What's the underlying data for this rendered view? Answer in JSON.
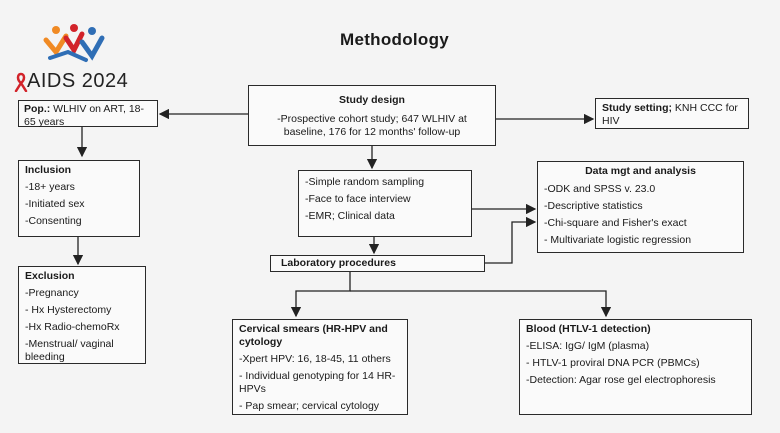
{
  "title": "Methodology",
  "logo": {
    "text": "AIDS 2024"
  },
  "boxes": {
    "pop": {
      "title": "Pop.:",
      "text": " WLHIV on ART, 18-65 years"
    },
    "study_design": {
      "title": "Study design",
      "text": "-Prospective cohort study; 647 WLHIV at baseline, 176 for 12 months' follow-up"
    },
    "study_setting": {
      "title": "Study setting;",
      "text": " KNH CCC for HIV"
    },
    "inclusion": {
      "title": "Inclusion",
      "items": [
        "-18+ years",
        "-Initiated sex",
        "-Consenting"
      ]
    },
    "sampling": {
      "items": [
        "-Simple random sampling",
        "-Face to face interview",
        "-EMR; Clinical data"
      ]
    },
    "data_mgt": {
      "title": "Data mgt and analysis",
      "items": [
        "-ODK and SPSS v. 23.0",
        "-Descriptive statistics",
        "-Chi-square and Fisher's exact",
        "- Multivariate logistic regression"
      ]
    },
    "lab": {
      "title": "Laboratory procedures"
    },
    "exclusion": {
      "title": "Exclusion",
      "items": [
        "-Pregnancy",
        "- Hx Hysterectomy",
        "-Hx Radio-chemoRx",
        "-Menstrual/ vaginal bleeding"
      ]
    },
    "cervical": {
      "title": "Cervical smears (HR-HPV and cytology",
      "items": [
        "-Xpert HPV: 16, 18-45, 11 others",
        "- Individual genotyping for 14 HR-HPVs",
        "- Pap smear; cervical cytology"
      ]
    },
    "blood": {
      "title": "Blood (HTLV-1 detection)",
      "items": [
        "-ELISA: IgG/ IgM (plasma)",
        "- HTLV-1 proviral DNA PCR (PBMCs)",
        "-Detection: Agar rose gel electrophoresis"
      ]
    }
  },
  "colors": {
    "ribbon": "#d2232a",
    "figure_blue": "#2f6eb5",
    "figure_orange": "#f08a24",
    "figure_red": "#d2232a"
  }
}
